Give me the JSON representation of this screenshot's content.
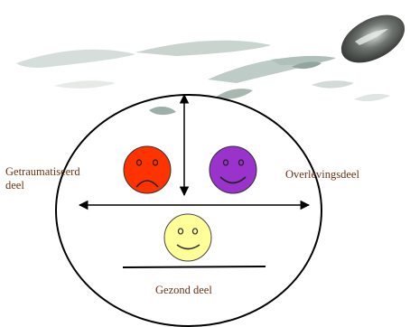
{
  "labels": {
    "traumatized": "Getraumatiseerd\ndeel",
    "survival": "Overlevingsdeel",
    "healthy": "Gezond deel"
  },
  "colors": {
    "label_text": "#6b3410",
    "sad_face": "#ff3300",
    "happy_face_purple": "#9933cc",
    "happy_face_yellow": "#ffff99",
    "line": "#000000",
    "background_art": "#8fa7a0"
  },
  "icons": {
    "sad_face": "sad-face-icon",
    "purple_face": "happy-face-icon",
    "yellow_face": "happy-face-icon"
  }
}
